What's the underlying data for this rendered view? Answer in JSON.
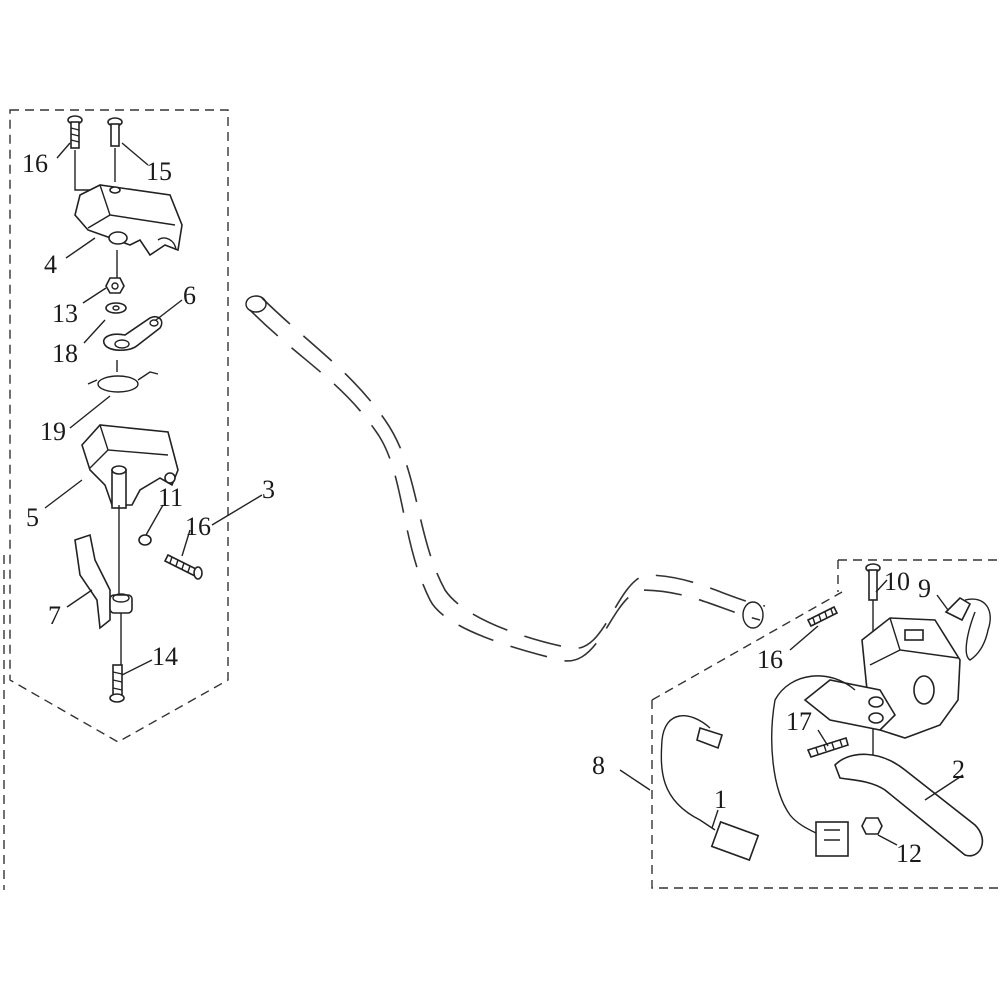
{
  "callouts": {
    "c16a": "16",
    "c15": "15",
    "c4": "4",
    "c13": "13",
    "c6": "6",
    "c18": "18",
    "c19": "19",
    "c5": "5",
    "c11": "11",
    "c16b": "16",
    "c3": "3",
    "c7": "7",
    "c14": "14",
    "c10": "10",
    "c9": "9",
    "c16c": "16",
    "c17": "17",
    "c8": "8",
    "c1": "1",
    "c2": "2",
    "c12": "12"
  }
}
